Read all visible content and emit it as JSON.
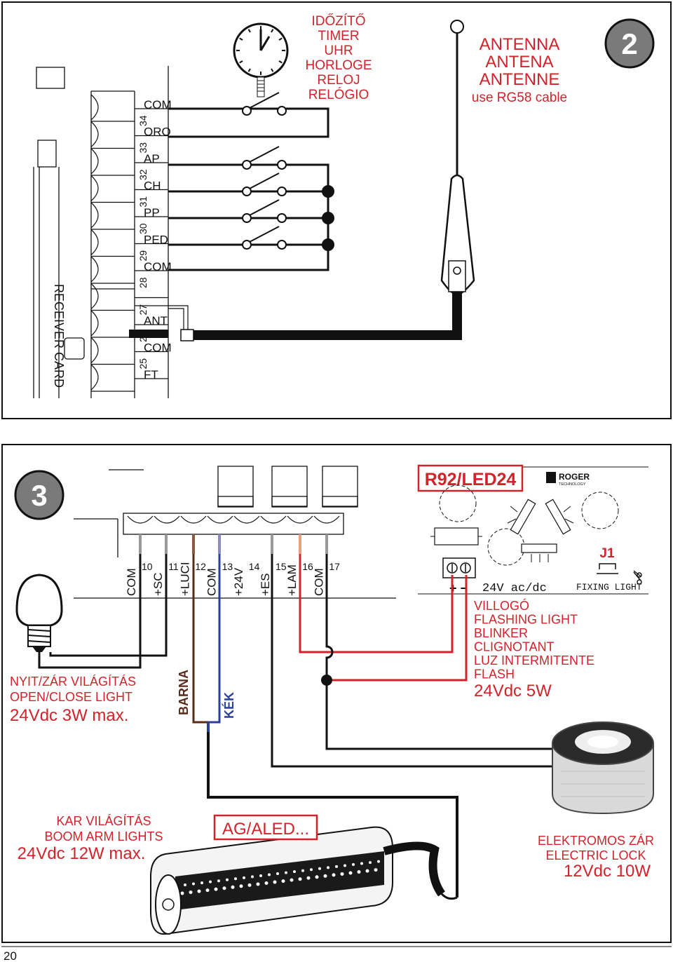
{
  "colors": {
    "red": "#d2232a",
    "brown": "#5a2a1a",
    "blue": "#2b3f9a",
    "black": "#111111",
    "badge": "#7a7a7a"
  },
  "panel2": {
    "badge": "2",
    "receiver_label": "RECEIVER CARD",
    "terminals": [
      {
        "num": "34",
        "label": "COM"
      },
      {
        "num": "33",
        "label": "ORO"
      },
      {
        "num": "32",
        "label": "AP"
      },
      {
        "num": "31",
        "label": "CH"
      },
      {
        "num": "30",
        "label": "PP"
      },
      {
        "num": "29",
        "label": "PED"
      },
      {
        "num": "28",
        "label": "COM"
      },
      {
        "num": "27",
        "label": ""
      },
      {
        "num": "26",
        "label": "ANT"
      },
      {
        "num": "25",
        "label": "COM"
      },
      {
        "num": "",
        "label": "FT"
      }
    ],
    "timer_lines": [
      "IDŐZÍTŐ",
      "TIMER",
      "UHR",
      "HORLOGE",
      "RELOJ",
      "RELÓGIO"
    ],
    "antenna_lines": [
      "ANTENNA",
      "ANTENA",
      "ANTENNE"
    ],
    "antenna_cable": "use RG58 cable"
  },
  "panel3": {
    "badge": "3",
    "terminals": [
      {
        "num": "10",
        "label": "COM"
      },
      {
        "num": "11",
        "label": "+SC"
      },
      {
        "num": "12",
        "label": "+LUCI"
      },
      {
        "num": "13",
        "label": "COM"
      },
      {
        "num": "14",
        "label": "+24V"
      },
      {
        "num": "15",
        "label": "+ES"
      },
      {
        "num": "16",
        "label": "+LAM"
      },
      {
        "num": "17",
        "label": "COM"
      }
    ],
    "model": "R92/LED24",
    "brand": "ROGER",
    "brand_sub": "TECHNOLOGY",
    "voltage": "24V ac/dc",
    "plus_minus": "+  −",
    "jumper": "J1",
    "fixing": "FIXING LIGHT",
    "flash_lines": [
      "VILLOGÓ",
      "FLASHING LIGHT",
      "BLINKER",
      "CLIGNOTANT",
      "LUZ INTERMITENTE",
      "FLASH"
    ],
    "flash_spec": "24Vdc 5W",
    "open_lines": [
      "NYIT/ZÁR VILÁGÍTÁS",
      "OPEN/CLOSE LIGHT"
    ],
    "open_spec": "24Vdc 3W max.",
    "wire_brown": "BARNA",
    "wire_blue": "KÉK",
    "boom_lines": [
      "KAR VILÁGÍTÁS",
      "BOOM ARM LIGHTS"
    ],
    "boom_spec": "24Vdc 12W max.",
    "ag_label": "AG/ALED...",
    "lock_lines": [
      "ELEKTROMOS ZÁR",
      "ELECTRIC LOCK"
    ],
    "lock_spec": "12Vdc 10W"
  },
  "page_number": "20"
}
